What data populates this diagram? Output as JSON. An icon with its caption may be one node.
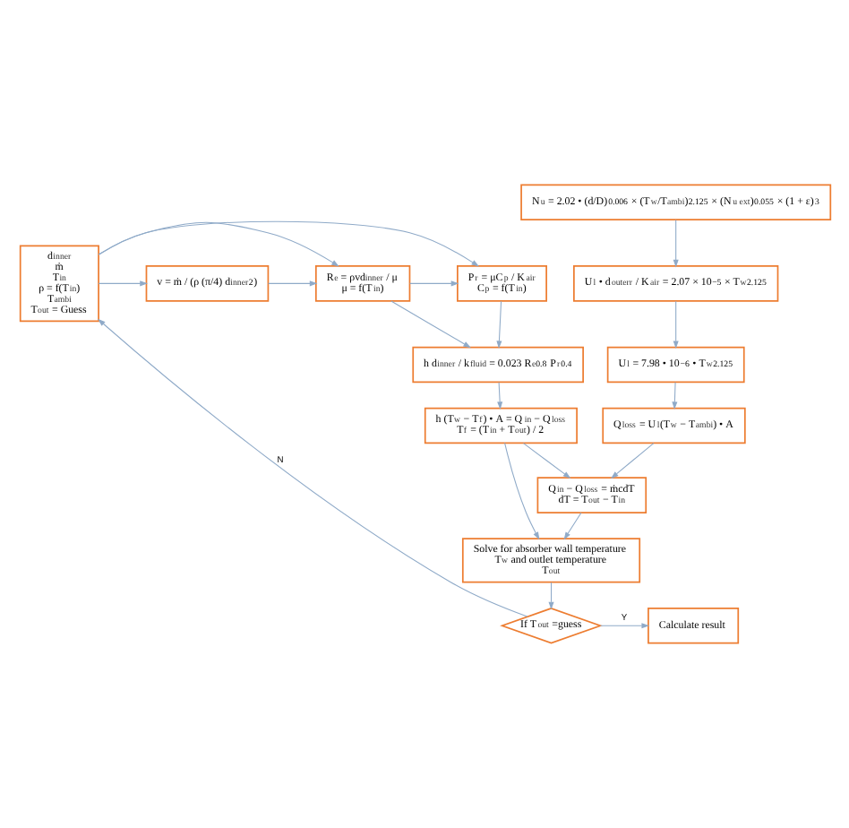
{
  "diagram": {
    "nodes": [
      {
        "text": [
          "d$_{inner}$",
          "ṁ",
          "T$_{in}$",
          "ρ = f(T$_{in}$)",
          "T$_{ambi}$",
          "T$_{out}$ = Guess"
        ]
      },
      {
        "text": [
          "v = ṁ / (ρ (π/4) d$_{inner}$$^{2}$)"
        ]
      },
      {
        "text": [
          "R$_{e}$ = ρvd$_{inner}$ / μ",
          "μ = f(T$_{in}$)"
        ]
      },
      {
        "text": [
          "P$_{r}$ = μC$_{p}$ / K$_{air}$",
          "C$_{p}$ = f(T$_{in}$)"
        ]
      },
      {
        "text": [
          "N$_{u}$ = 2.02 • (d/D)$^{0.006}$ × (T$_{w}$/T$_{ambi}$)$^{2.125}$ × (N$_{u ext}$)$^{0.055}$ × (1 + ε)$^{3}$"
        ]
      },
      {
        "text": [
          "h d$_{inner}$ / k$_{fluid}$ = 0.023 R$_{e}$$^{0.8}$ P$_{r}$$^{0.4}$"
        ]
      },
      {
        "text": [
          "U$_{l}$ • d$_{outerr}$ / K$_{air}$ = 2.07 × 10$^{−5}$ × T$_{w}$$^{2.125}$"
        ]
      },
      {
        "text": [
          "h (T$_{w}$ − T$_{f}$) • A = Q$_{in}$ − Q$_{loss}$",
          "T$_{f}$ = (T$_{in}$ + T$_{out}$) / 2"
        ]
      },
      {
        "text": [
          "U$_{l}$ = 7.98 • 10$^{−6}$ • T$_{w}$$^{2.125}$"
        ]
      },
      {
        "text": [
          "Q$_{in}$ − Q$_{loss}$ = ṁcdT",
          "dT = T$_{out}$ − T$_{in}$"
        ]
      },
      {
        "text": [
          "Solve for absorber wall temperature T$_{w}$ and outlet temperature T$_{out}$"
        ]
      },
      {
        "text": [
          "Q$_{loss}$ = U$_{l}$(T$_{w}$ − T$_{ambi}$) • A"
        ]
      },
      {
        "text": [
          "If T$_{out}$ =guess"
        ]
      },
      {
        "text": [
          "Calculate result"
        ]
      }
    ],
    "edges": [
      {
        "from": 0,
        "to": 1,
        "arrow": "to"
      },
      {
        "from": 1,
        "to": 2,
        "arrow": "to"
      },
      {
        "from": 2,
        "to": 3,
        "arrow": "to"
      },
      {
        "from": 0,
        "to": 3,
        "arrow": "to"
      },
      {
        "from": 0,
        "to": 2,
        "arrow": "to"
      },
      {
        "from": 2,
        "to": 5,
        "arrow": "to"
      },
      {
        "from": 3,
        "to": 5,
        "arrow": "to"
      },
      {
        "from": 5,
        "to": 7,
        "arrow": "to"
      },
      {
        "from": 7,
        "to": 9,
        "arrow": "to"
      },
      {
        "from": 7,
        "to": 10,
        "arrow": "to"
      },
      {
        "from": 9,
        "to": 10,
        "arrow": "to"
      },
      {
        "from": 4,
        "to": 6,
        "arrow": "to"
      },
      {
        "from": 6,
        "to": 8,
        "arrow": "to"
      },
      {
        "from": 8,
        "to": 11,
        "arrow": "to"
      },
      {
        "from": 11,
        "to": 9,
        "arrow": "to"
      },
      {
        "from": 10,
        "to": 12,
        "arrow": "to"
      },
      {
        "from": 12,
        "to": 13,
        "arrow": "to",
        "label": "Y"
      },
      {
        "from": 12,
        "to": 0,
        "arrow": "to",
        "label": "N"
      }
    ]
  }
}
